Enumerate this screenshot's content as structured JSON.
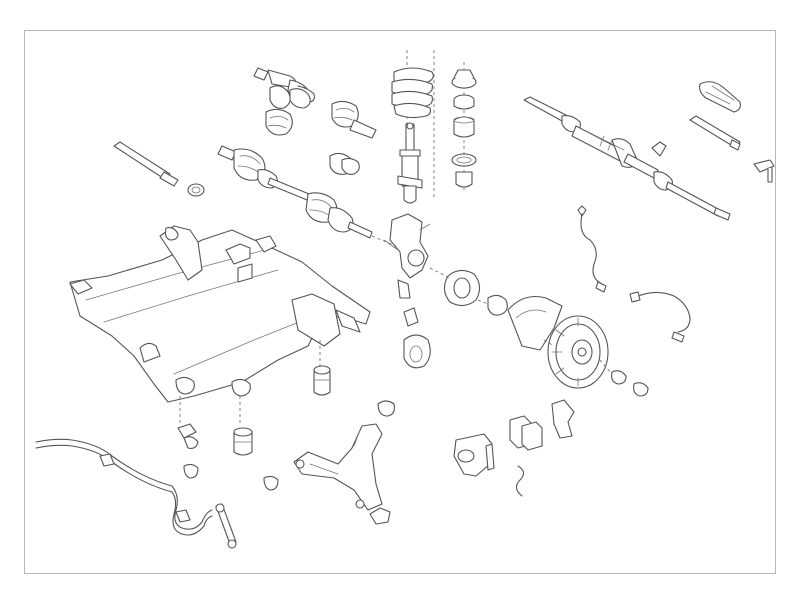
{
  "diagram": {
    "type": "exploded-parts-view",
    "parts": [
      {
        "id": "cv-boot-upper-left",
        "label": ""
      },
      {
        "id": "drive-shaft",
        "label": ""
      },
      {
        "id": "tie-rod-left",
        "label": ""
      },
      {
        "id": "coil-spring-strut",
        "label": ""
      },
      {
        "id": "strut-mount-stack",
        "label": ""
      },
      {
        "id": "steering-rack",
        "label": ""
      },
      {
        "id": "tie-rod-boots-right",
        "label": ""
      },
      {
        "id": "subframe",
        "label": ""
      },
      {
        "id": "steering-knuckle",
        "label": ""
      },
      {
        "id": "wheel-hub",
        "label": ""
      },
      {
        "id": "brake-disc",
        "label": ""
      },
      {
        "id": "abs-sensor",
        "label": ""
      },
      {
        "id": "stabilizer-bar",
        "label": ""
      },
      {
        "id": "control-arm",
        "label": ""
      },
      {
        "id": "brake-caliper",
        "label": ""
      },
      {
        "id": "brake-pads",
        "label": ""
      }
    ]
  }
}
